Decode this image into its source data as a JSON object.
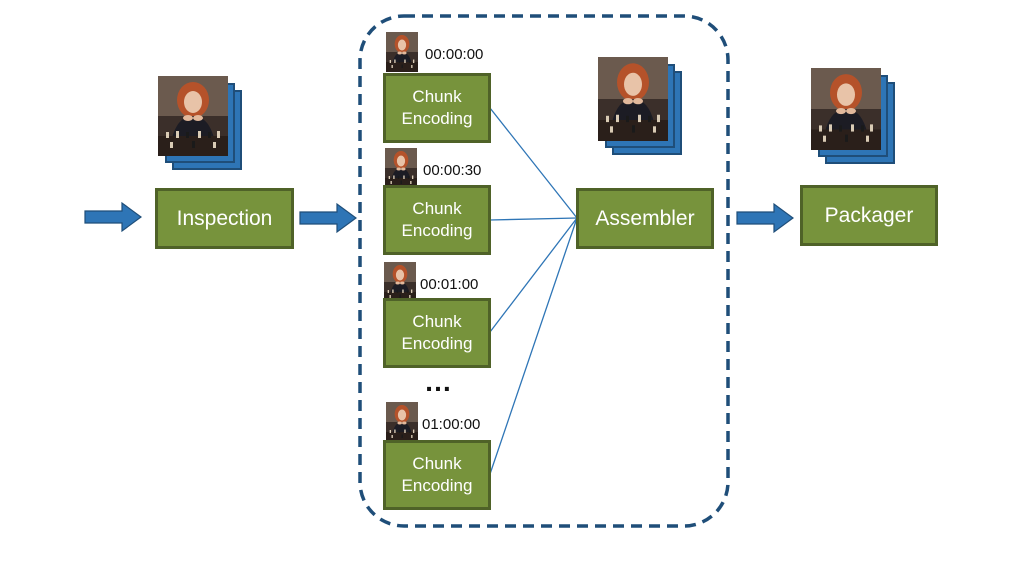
{
  "colors": {
    "box_fill": "#77933c",
    "box_border": "#4f6228",
    "arrow": "#2e75b6",
    "dashed_border": "#1f4e79",
    "connector": "#2e75b6"
  },
  "stages": {
    "inspection": "Inspection",
    "assembler": "Assembler",
    "packager": "Packager"
  },
  "chunks": [
    {
      "line1": "Chunk",
      "line2": "Encoding",
      "timestamp": "00:00:00"
    },
    {
      "line1": "Chunk",
      "line2": "Encoding",
      "timestamp": "00:00:30"
    },
    {
      "line1": "Chunk",
      "line2": "Encoding",
      "timestamp": "00:01:00"
    },
    {
      "line1": "Chunk",
      "line2": "Encoding",
      "timestamp": "01:00:00"
    }
  ],
  "ellipsis": "…",
  "icons": {
    "frame": "video-frame-thumbnail-icon",
    "frame_stack": "video-frame-stack-icon",
    "arrow": "right-arrow-icon"
  }
}
